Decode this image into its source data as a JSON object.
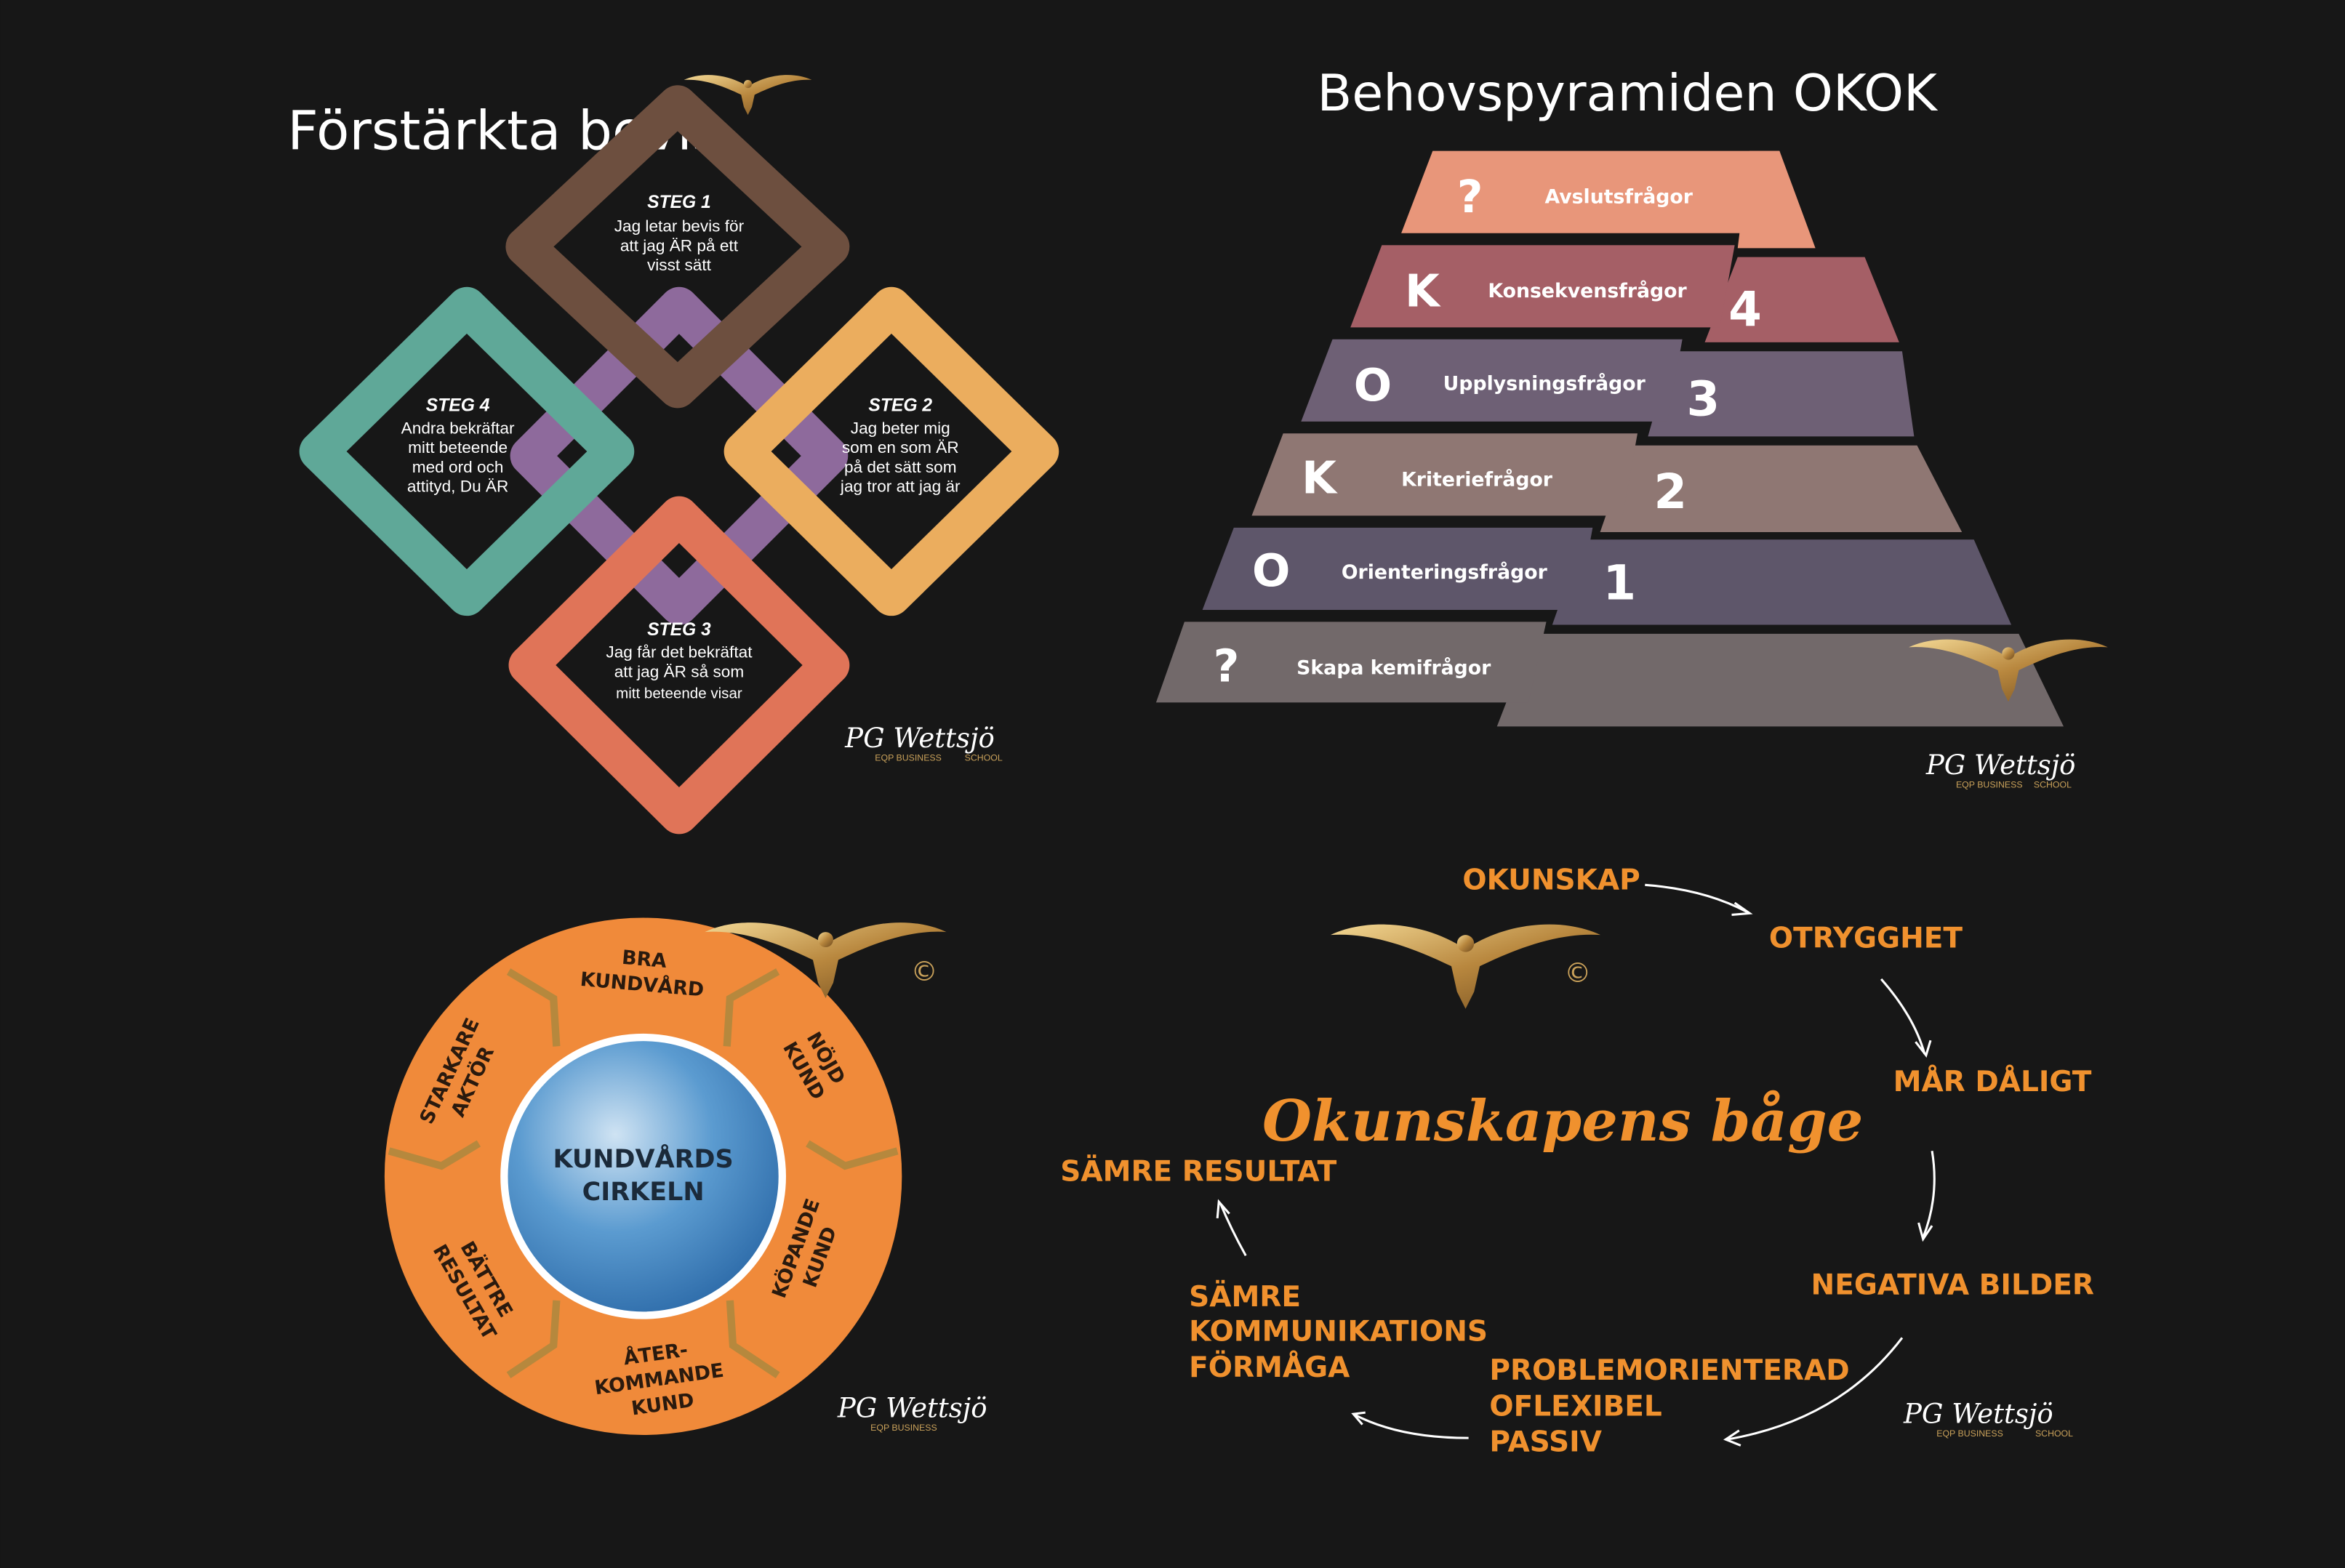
{
  "colors": {
    "background": "#171717",
    "orange": "#f0912e",
    "white": "#ffffff",
    "gold": "#c9a15a"
  },
  "panel1": {
    "title": "Förstärkta bevis",
    "steps": [
      {
        "heading": "STEG 1",
        "lines": [
          "Jag letar bevis för",
          "att jag ÄR på ett",
          "visst sätt"
        ]
      },
      {
        "heading": "STEG 2",
        "lines": [
          "Jag beter mig",
          "som en som ÄR",
          "på det sätt som",
          "jag tror att jag är"
        ]
      },
      {
        "heading": "STEG 3",
        "lines": [
          "Jag får det bekräftat",
          "att jag ÄR så som",
          "mitt beteende visar"
        ]
      },
      {
        "heading": "STEG 4",
        "lines": [
          "Andra bekräftar",
          "mitt beteende",
          "med ord och",
          "attityd, Du ÄR"
        ]
      }
    ]
  },
  "panel2": {
    "title": "Behovspyramiden OKOK",
    "rows": [
      {
        "letter": "?",
        "label": "Avslutsfrågor",
        "level": "",
        "color": "#e8967a"
      },
      {
        "letter": "K",
        "label": "Konsekvensfrågor",
        "level": "4",
        "color": "#a55f66"
      },
      {
        "letter": "O",
        "label": "Upplysningsfrågor",
        "level": "3",
        "color": "#6e6075"
      },
      {
        "letter": "K",
        "label": "Kriteriefrågor",
        "level": "2",
        "color": "#8f7773"
      },
      {
        "letter": "O",
        "label": "Orienteringsfrågor",
        "level": "1",
        "color": "#5e566a"
      },
      {
        "letter": "?",
        "label": "Skapa kemifrågor",
        "level": "",
        "color": "#72696a"
      }
    ]
  },
  "panel3": {
    "center_lines": [
      "KUNDVÅRDS",
      "CIRKELN"
    ],
    "segments": [
      [
        "BRA",
        "KUNDVÅRD"
      ],
      [
        "NÖJD",
        "KUND"
      ],
      [
        "KÖPANDE",
        "KUND"
      ],
      [
        "ÅTER-",
        "KOMMANDE",
        "KUND"
      ],
      [
        "BÄTTRE",
        "RESULTAT"
      ],
      [
        "STARKARE",
        "AKTÖR"
      ]
    ],
    "copyright": "©"
  },
  "panel4": {
    "title": "Okunskapens båge",
    "nodes": {
      "okunskap": "OKUNSKAP",
      "otrygghet": "OTRYGGHET",
      "mar_daligt": "MÅR DÅLIGT",
      "negativa": "NEGATIVA BILDER",
      "problem": [
        "PROBLEMORIENTERAD",
        "OFLEXIBEL",
        "PASSIV"
      ],
      "kommunikation": [
        "SÄMRE",
        "KOMMUNIKATIONS",
        "FÖRMÅGA"
      ],
      "resultat": "SÄMRE RESULTAT"
    },
    "copyright": "©"
  },
  "signature": {
    "name": "PG Wettsjö",
    "sub_left": "EQP BUSINESS",
    "sub_right": "SCHOOL"
  }
}
